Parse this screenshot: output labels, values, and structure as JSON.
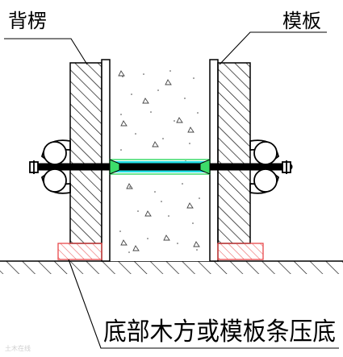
{
  "labels": {
    "top_left": "背楞",
    "top_right": "模板",
    "bottom": "底部木方或模板条压底"
  },
  "watermark": {
    "text": "土木在线"
  },
  "colors": {
    "line": "#000000",
    "block_outline": "#e8494a",
    "tie_highlight": "#23e0e6",
    "tie_highlight_outer": "#3ddc6a"
  }
}
